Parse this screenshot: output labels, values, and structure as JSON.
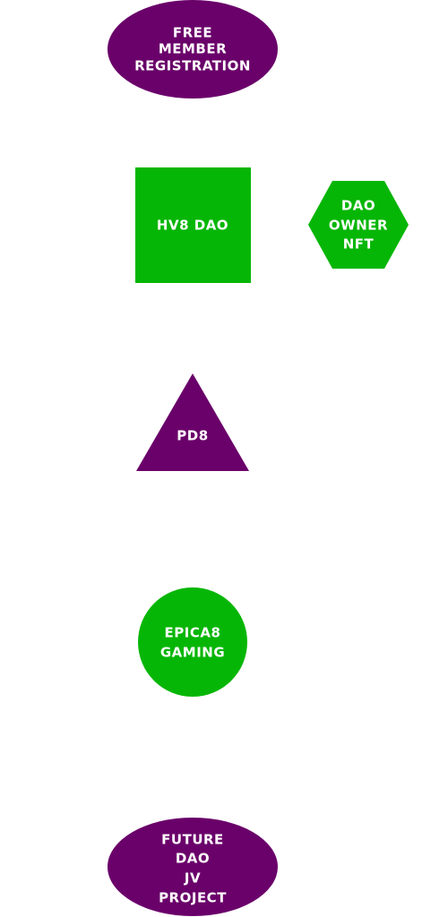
{
  "colors": {
    "purple": "#6a006a",
    "green": "#06b606",
    "text": "#ffffff",
    "background": "#ffffff"
  },
  "nodes": {
    "registration": {
      "shape": "ellipse",
      "color": "#6a006a",
      "lines": [
        "FREE",
        "MEMBER",
        "REGISTRATION"
      ]
    },
    "hv8_dao": {
      "shape": "square",
      "color": "#06b606",
      "lines": [
        "HV8 DAO"
      ]
    },
    "owner_nft": {
      "shape": "hexagon",
      "color": "#06b606",
      "lines": [
        "DAO",
        "OWNER",
        "NFT"
      ]
    },
    "pd8": {
      "shape": "triangle",
      "color": "#6a006a",
      "lines": [
        "PD8"
      ]
    },
    "epica8": {
      "shape": "circle",
      "color": "#06b606",
      "lines": [
        "EPICA8",
        "GAMING"
      ]
    },
    "future": {
      "shape": "ellipse",
      "color": "#6a006a",
      "lines": [
        "FUTURE",
        "DAO",
        "JV",
        "PROJECT"
      ]
    }
  }
}
